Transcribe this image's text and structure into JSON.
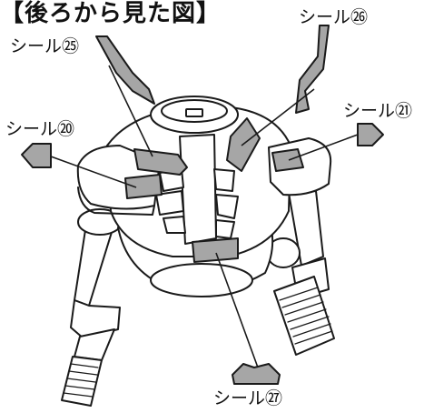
{
  "title": "【後ろから見た図】",
  "labels": {
    "sticker_25": "シール㉕",
    "sticker_26": "シール㉖",
    "sticker_20": "シール⑳",
    "sticker_21": "シール㉑",
    "sticker_27": "シール㉗"
  },
  "colors": {
    "outline": "#1a1a1a",
    "sticker_fill": "#a6a6a6",
    "body_fill": "#ffffff"
  }
}
